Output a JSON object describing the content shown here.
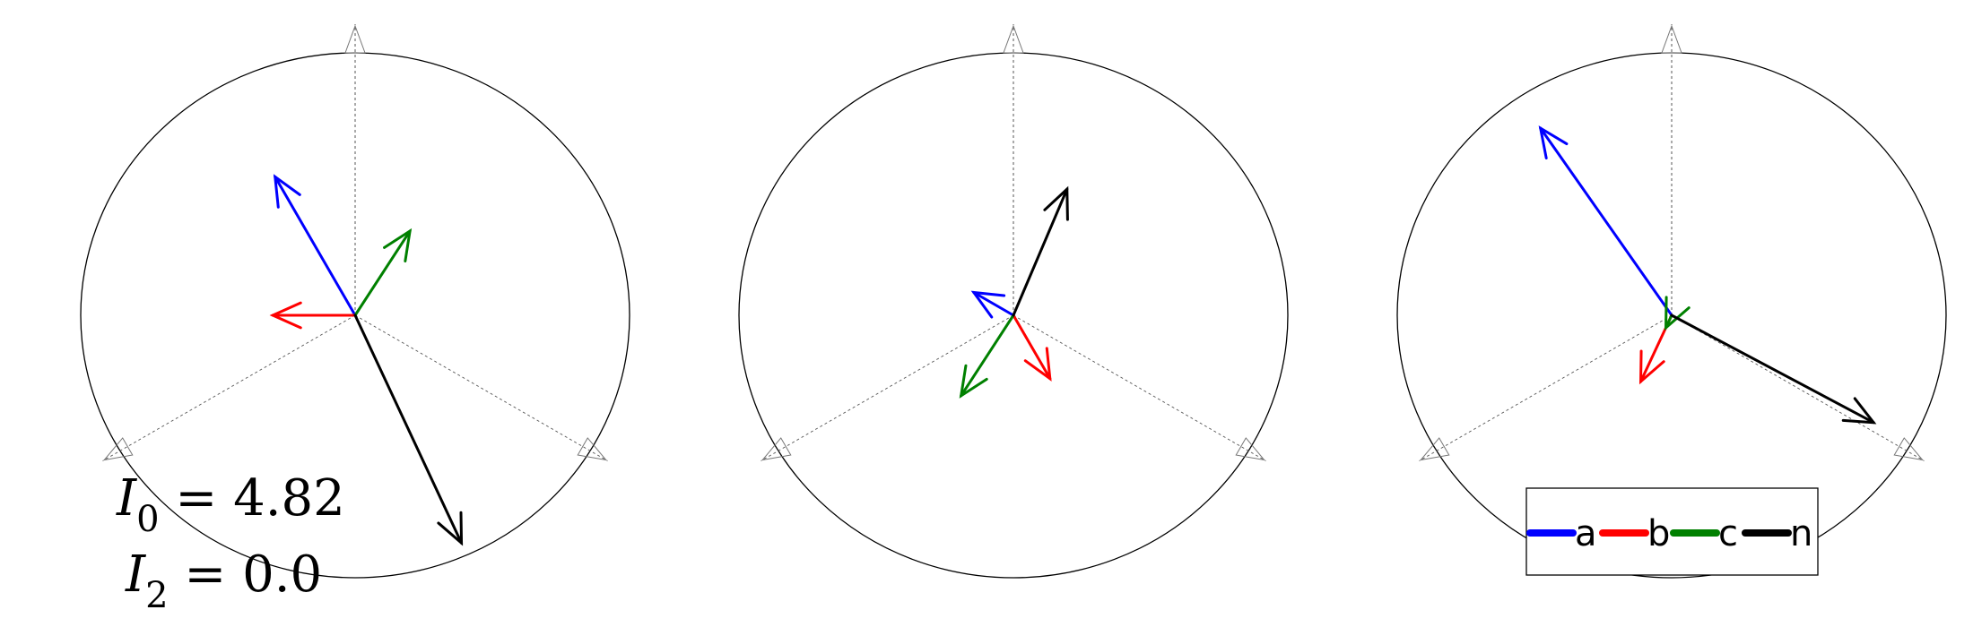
{
  "chart_data": {
    "type": "phasor",
    "panels": [
      {
        "id": "left",
        "radius": 6.0,
        "arrows": [
          {
            "series": "a",
            "angle_deg": 120,
            "magnitude": 3.5
          },
          {
            "series": "b",
            "angle_deg": 180,
            "magnitude": 1.8
          },
          {
            "series": "c",
            "angle_deg": 57,
            "magnitude": 2.2
          },
          {
            "series": "n",
            "angle_deg": -65,
            "magnitude": 5.5
          }
        ],
        "annotations": [
          {
            "name": "I",
            "subscript": "0",
            "value": "= 4.82"
          },
          {
            "name": "I",
            "subscript": "2",
            "value": "= 0.0"
          }
        ]
      },
      {
        "id": "middle",
        "radius": 6.0,
        "arrows": [
          {
            "series": "a",
            "angle_deg": 150,
            "magnitude": 1.0
          },
          {
            "series": "b",
            "angle_deg": -60,
            "magnitude": 1.6
          },
          {
            "series": "c",
            "angle_deg": -123,
            "magnitude": 2.1
          },
          {
            "series": "n",
            "angle_deg": 67,
            "magnitude": 3.0
          }
        ]
      },
      {
        "id": "right",
        "radius": 6.0,
        "arrows": [
          {
            "series": "a",
            "angle_deg": 125,
            "magnitude": 5.0
          },
          {
            "series": "b",
            "angle_deg": -115,
            "magnitude": 1.6
          },
          {
            "series": "c",
            "angle_deg": -115,
            "magnitude": 0.3
          },
          {
            "series": "n",
            "angle_deg": -28,
            "magnitude": 5.0
          }
        ]
      }
    ],
    "reference_axes_deg": [
      90,
      210,
      330
    ],
    "legend": {
      "placement": "bottom-right",
      "entries": [
        {
          "series": "a",
          "label": "a"
        },
        {
          "series": "b",
          "label": "b"
        },
        {
          "series": "c",
          "label": "c"
        },
        {
          "series": "n",
          "label": "n"
        }
      ]
    },
    "colors": {
      "a": "#0000ff",
      "b": "#ff0000",
      "c": "#008000",
      "n": "#000000"
    }
  }
}
